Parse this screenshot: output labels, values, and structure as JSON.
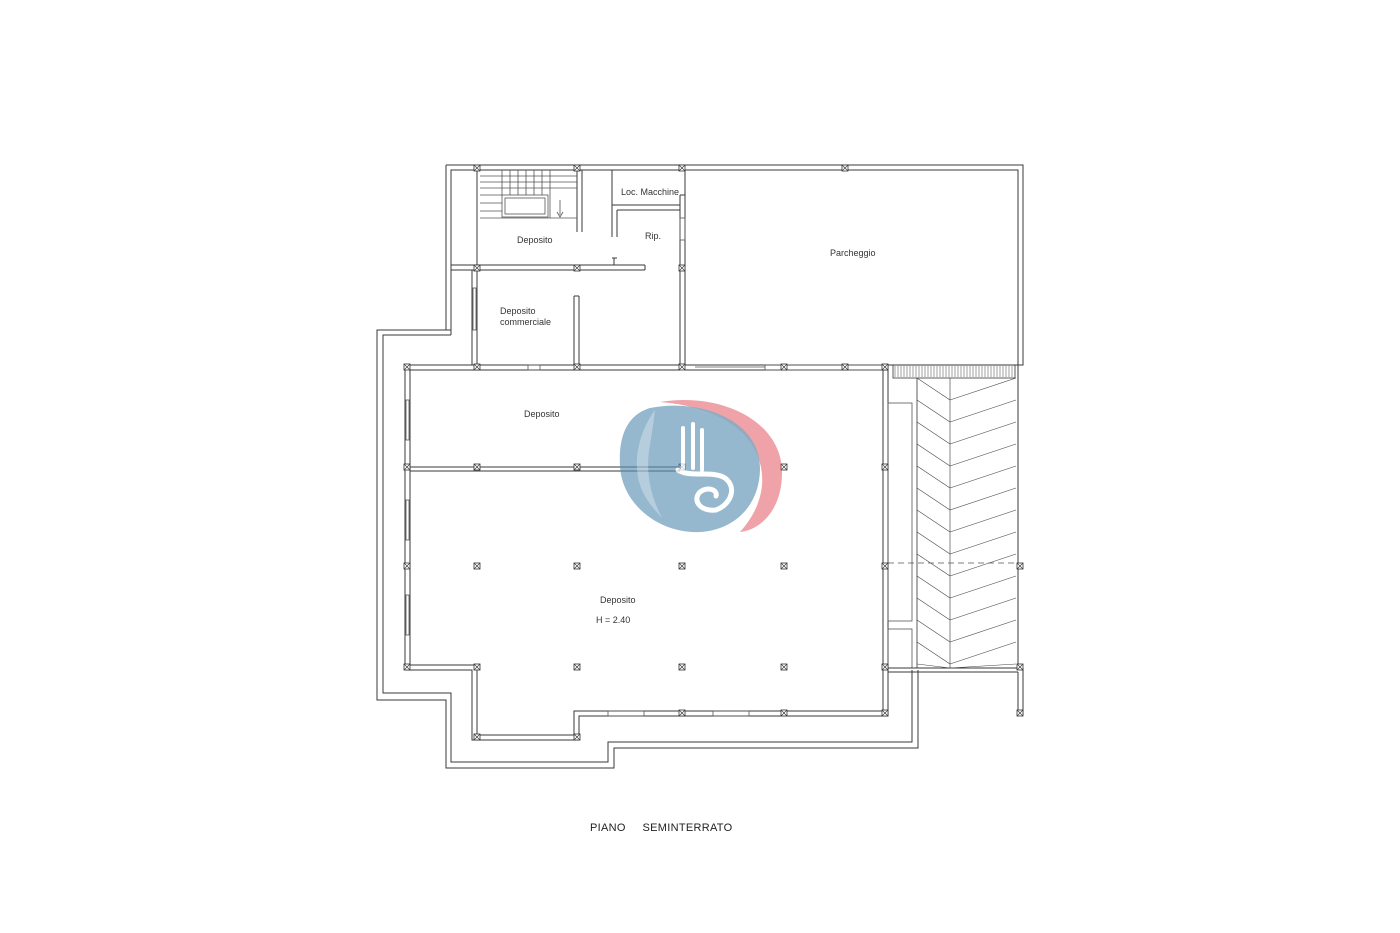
{
  "plan_title": "PIANO     SEMINTERRATO",
  "rooms": {
    "deposito_top": "Deposito",
    "loc_macchine": "Loc. Macchine",
    "rip": "Rip.",
    "parcheggio": "Parcheggio",
    "deposito_commerciale_1": "Deposito",
    "deposito_commerciale_2": "commerciale",
    "deposito_middle": "Deposito",
    "deposito_main": "Deposito",
    "height_note": "H = 2.40"
  },
  "colors": {
    "walls": "#3a3a3a",
    "logo_blue": "#5b8fb3",
    "logo_red": "#e0505a"
  },
  "icons": {
    "watermark": "hand-ok-logo-icon"
  }
}
